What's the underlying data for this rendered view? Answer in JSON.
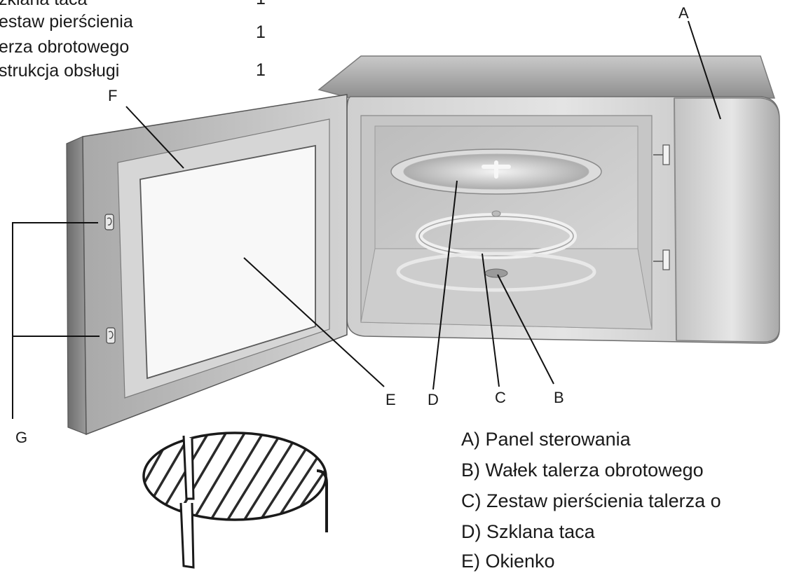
{
  "accessories_list": [
    {
      "name": "zklana taca",
      "qty": "1"
    },
    {
      "name": "estaw pierścienia",
      "qty": "1"
    },
    {
      "name": "erza obrotowego",
      "qty": ""
    },
    {
      "name": "strukcja obsługi",
      "qty": "1"
    }
  ],
  "callout_labels": {
    "A": "A",
    "B": "B",
    "C": "C",
    "D": "D",
    "E": "E",
    "F": "F",
    "G": "G"
  },
  "legend": [
    {
      "letter": "A)",
      "text": "Panel sterowania"
    },
    {
      "letter": "B)",
      "text": "Wałek talerza obrotowego"
    },
    {
      "letter": "C)",
      "text": "Zestaw pierścienia talerza o"
    },
    {
      "letter": "D)",
      "text": "Szklana taca"
    },
    {
      "letter": "E)",
      "text": "Okienko"
    }
  ]
}
